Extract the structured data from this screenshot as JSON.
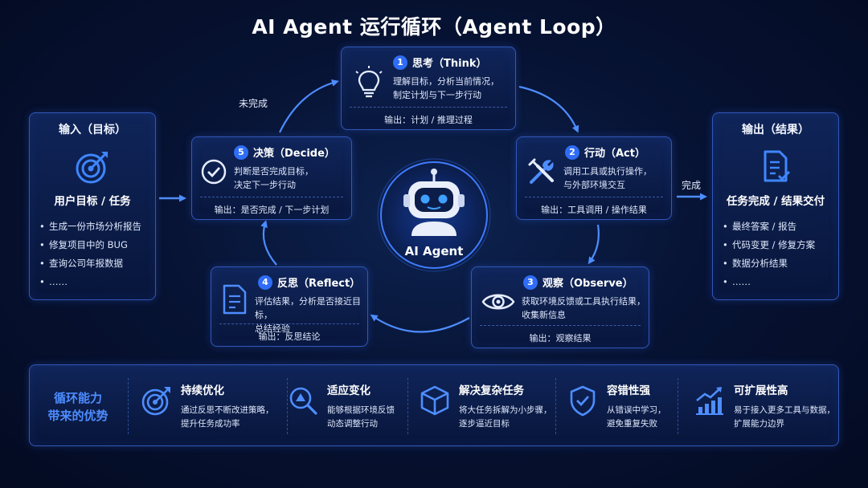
{
  "title": "AI Agent 运行循环（Agent Loop）",
  "input": {
    "title": "输入（目标）",
    "subtitle": "用户目标 / 任务",
    "items": [
      "生成一份市场分析报告",
      "修复项目中的 BUG",
      "查询公司年报数据",
      "……"
    ]
  },
  "output": {
    "title": "输出（结果）",
    "subtitle": "任务完成 / 结果交付",
    "items": [
      "最终答案 / 报告",
      "代码变更 / 修复方案",
      "数据分析结果",
      "……"
    ]
  },
  "center": {
    "label": "AI Agent"
  },
  "steps": [
    {
      "num": "1",
      "title": "思考（Think）",
      "desc": [
        "理解目标，分析当前情况，",
        "制定计划与下一步行动"
      ],
      "output": "输出：计划 / 推理过程",
      "icon": "lightbulb-icon"
    },
    {
      "num": "2",
      "title": "行动（Act）",
      "desc": [
        "调用工具或执行操作，",
        "与外部环境交互"
      ],
      "output": "输出：工具调用 / 操作结果",
      "icon": "tools-icon"
    },
    {
      "num": "3",
      "title": "观察（Observe）",
      "desc": [
        "获取环境反馈或工具执行结果，",
        "收集新信息"
      ],
      "output": "输出：观察结果",
      "icon": "eye-icon"
    },
    {
      "num": "4",
      "title": "反思（Reflect）",
      "desc": [
        "评估结果，分析是否接近目标，",
        "总结经验"
      ],
      "output": "输出：反思结论",
      "icon": "document-icon"
    },
    {
      "num": "5",
      "title": "决策（Decide）",
      "desc": [
        "判断是否完成目标，",
        "决定下一步行动"
      ],
      "output": "输出：是否完成 / 下一步计划",
      "icon": "check-circle-icon"
    }
  ],
  "edges": {
    "incomplete": "未完成",
    "complete": "完成"
  },
  "advantages": {
    "label": [
      "循环能力",
      "带来的优势"
    ],
    "items": [
      {
        "title": "持续优化",
        "desc": [
          "通过反思不断改进策略，",
          "提升任务成功率"
        ],
        "icon": "target-icon"
      },
      {
        "title": "适应变化",
        "desc": [
          "能够根据环境反馈",
          "动态调整行动"
        ],
        "icon": "search-icon"
      },
      {
        "title": "解决复杂任务",
        "desc": [
          "将大任务拆解为小步骤，",
          "逐步逼近目标"
        ],
        "icon": "cube-icon"
      },
      {
        "title": "容错性强",
        "desc": [
          "从错误中学习，",
          "避免重复失败"
        ],
        "icon": "shield-check-icon"
      },
      {
        "title": "可扩展性高",
        "desc": [
          "易于接入更多工具与数据，",
          "扩展能力边界"
        ],
        "icon": "chart-growth-icon"
      }
    ]
  },
  "colors": {
    "accent": "#2f6df6",
    "accent_light": "#4e8dff",
    "background": "#071334"
  }
}
